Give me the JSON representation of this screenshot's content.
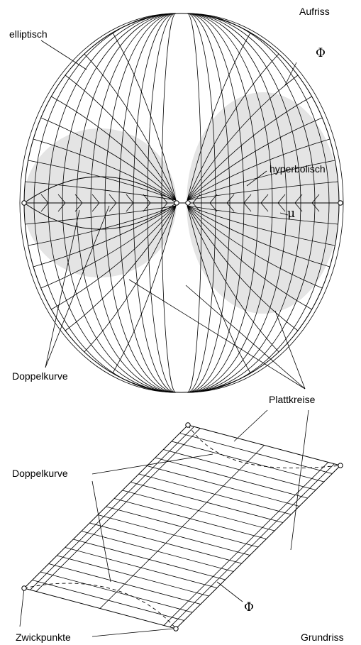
{
  "labels": {
    "aufriss": "Aufriss",
    "grundriss": "Grundriss",
    "elliptisch": "elliptisch",
    "hyperbolisch": "hyperbolisch",
    "mu": "μ",
    "phi_top": "Φ",
    "phi_bottom": "Φ",
    "doppelkurve_top": "Doppelkurve",
    "doppelkurve_bottom": "Doppelkurve",
    "plattkreise": "Plattkreise",
    "zwickpunkte": "Zwickpunkte"
  },
  "colors": {
    "line": "#000000",
    "shade": "#e4e4e4",
    "background": "#ffffff"
  }
}
